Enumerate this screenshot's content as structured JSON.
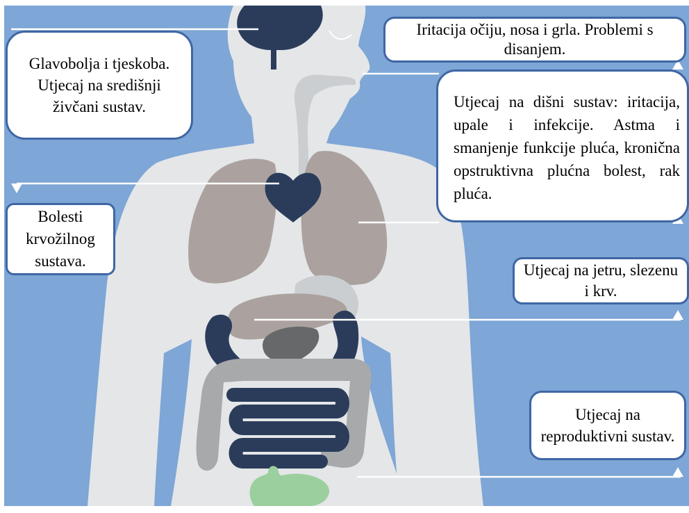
{
  "callouts": {
    "head": "Glavobolja i tjeskoba. Utjecaj na središnji živčani sustav.",
    "eyes_nose_throat": "Iritacija očiju, nosa i grla. Problemi s disanjem.",
    "respiratory": "Utjecaj na dišni sustav: iritacija, upale i infekcije. Astma i smanjenje funkcije pluća, kronična opstruktivna plućna bolest, rak pluća.",
    "cardiovascular": "Bolesti krvožilnog sustava.",
    "liver_spleen_blood": "Utjecaj na jetru, slezenu i krv.",
    "reproductive": "Utjecaj na reproduktivni sustav."
  },
  "colors": {
    "background_blue": "#7ea6d6",
    "body_silhouette": "#e4e6e8",
    "dark_navy_organs": "#2b3c5b",
    "lungs": "#aba29f",
    "digestive_grey": "#a8a9ab",
    "bladder_green": "#9ccf9e",
    "callout_border": "#3e66a4"
  }
}
